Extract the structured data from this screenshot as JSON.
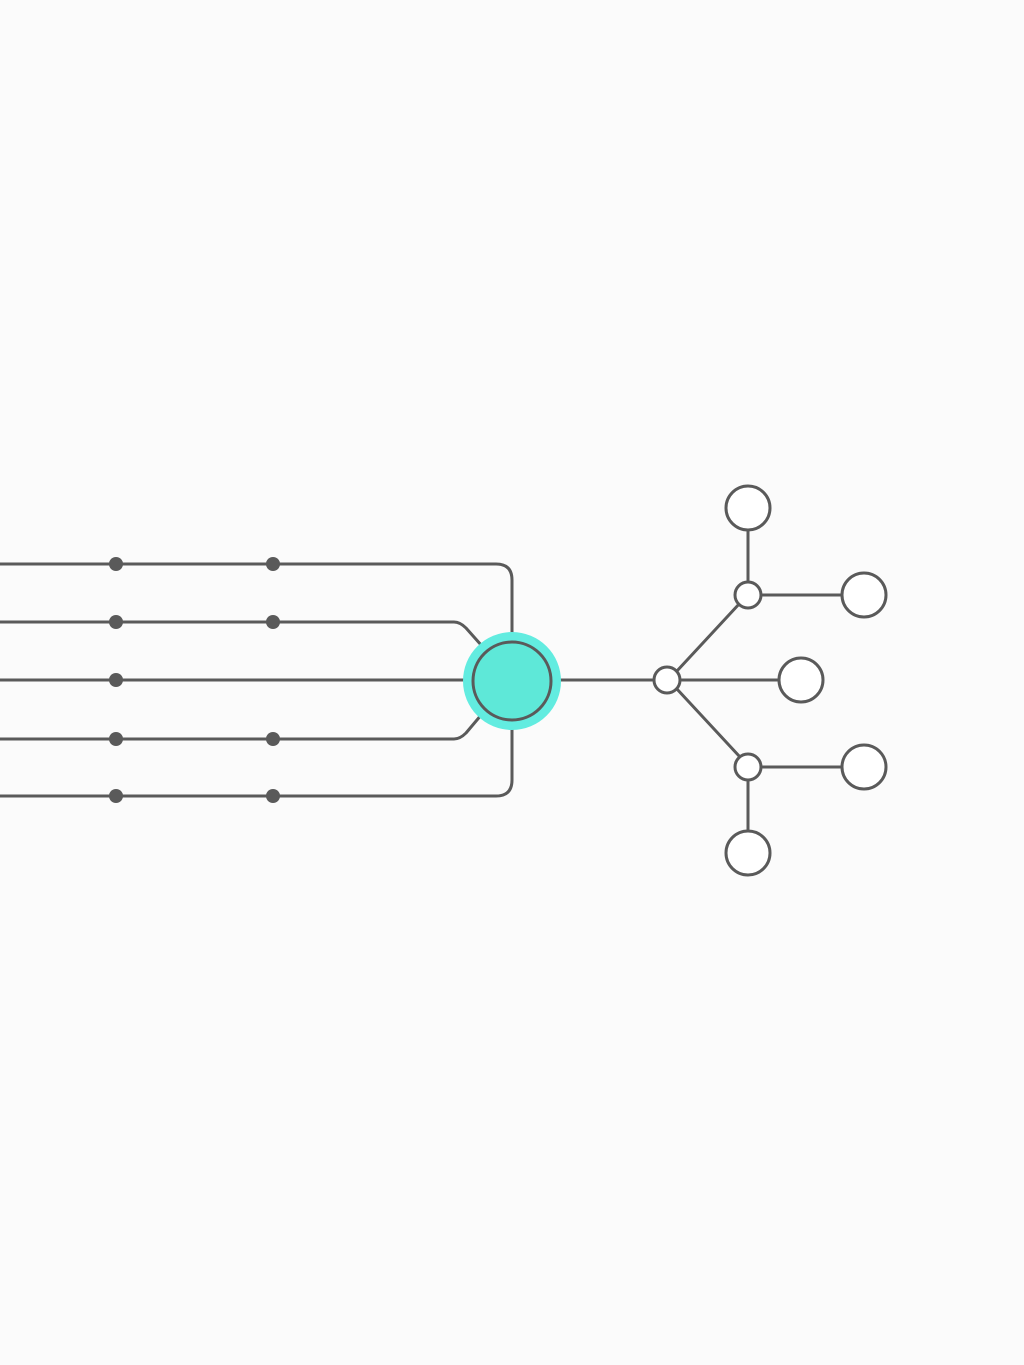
{
  "colors": {
    "background": "#fbfbfb",
    "line": "#5a5a5a",
    "hub_fill": "#5ee8d8",
    "hub_glow": "#62ece0"
  },
  "diagram": {
    "input_lines": 5,
    "waypoints_per_line": [
      2,
      2,
      1,
      2,
      2
    ],
    "hub": "central-hub",
    "branch_junctions": 3,
    "leaf_nodes": 5
  }
}
